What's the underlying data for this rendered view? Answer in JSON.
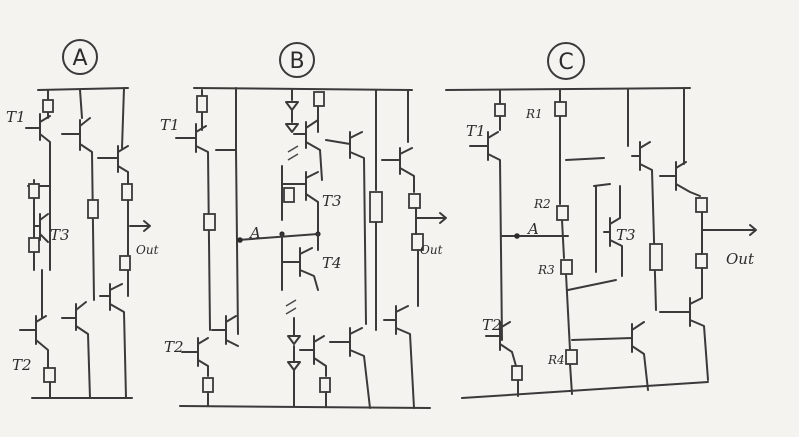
{
  "panels": [
    {
      "label": "A",
      "transistors": [
        "T1",
        "T3",
        "T2"
      ],
      "output": "Out"
    },
    {
      "label": "B",
      "transistors": [
        "T1",
        "T3",
        "T4",
        "T2"
      ],
      "node": "A",
      "output": "Out"
    },
    {
      "label": "C",
      "transistors": [
        "T1",
        "T3",
        "T2"
      ],
      "node": "A",
      "resistors": [
        "R1",
        "R2",
        "R3",
        "R4"
      ],
      "output": "Out"
    }
  ],
  "colors": {
    "ink": "#3a3a3a",
    "paper": "#f4f3ef"
  }
}
